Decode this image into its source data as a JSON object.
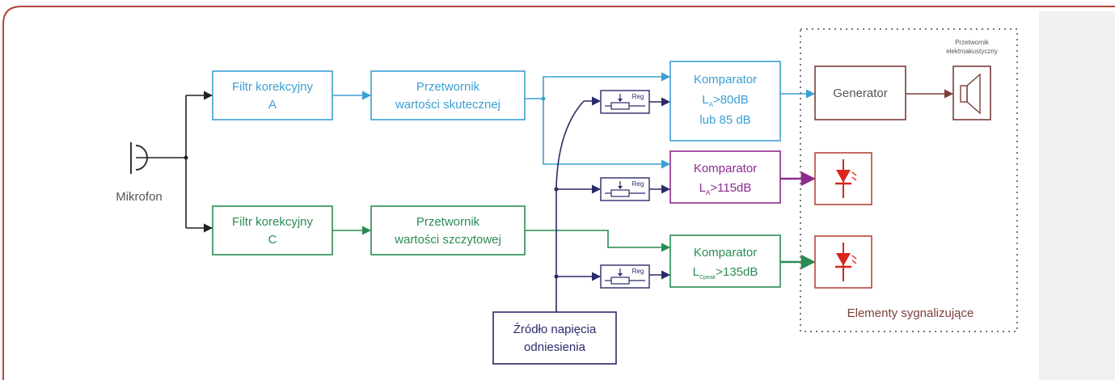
{
  "colors": {
    "frame": "#b5473a",
    "panel": "#f1f1ef",
    "blue": "#3c9fd3",
    "purple": "#8e2a8e",
    "green": "#2a8b54",
    "navy": "#2a2a6b",
    "brown": "#7b3e3a",
    "red": "#d9261c",
    "gray_text": "#555555",
    "dotted": "#777777"
  },
  "microphone": {
    "label": "Mikrofon"
  },
  "filters": {
    "a": {
      "line1": "Filtr korekcyjny",
      "line2": "A"
    },
    "c": {
      "line1": "Filtr korekcyjny",
      "line2": "C"
    }
  },
  "converters": {
    "rms": {
      "line1": "Przetwornik",
      "line2": "wartości skutecznej"
    },
    "peak": {
      "line1": "Przetwornik",
      "line2": "wartości szczytowej"
    }
  },
  "regulators": {
    "label": "Reg"
  },
  "comparators": {
    "c1": {
      "title": "Komparator",
      "main": "L",
      "sub": "A",
      "cond": ">80dB",
      "line3": "lub 85 dB"
    },
    "c2": {
      "title": "Komparator",
      "main": "L",
      "sub": "A",
      "cond": ">115dB"
    },
    "c3": {
      "title": "Komparator",
      "main": "L",
      "sub": "Cpeak",
      "cond": ">135dB"
    }
  },
  "reference": {
    "line1": "Źródło napięcia",
    "line2": "odniesienia"
  },
  "generator": {
    "label": "Generator"
  },
  "transducer": {
    "line1": "Przetwornik",
    "line2": "elektroakustyczny"
  },
  "signaling": {
    "label": "Elementy sygnalizujące"
  }
}
